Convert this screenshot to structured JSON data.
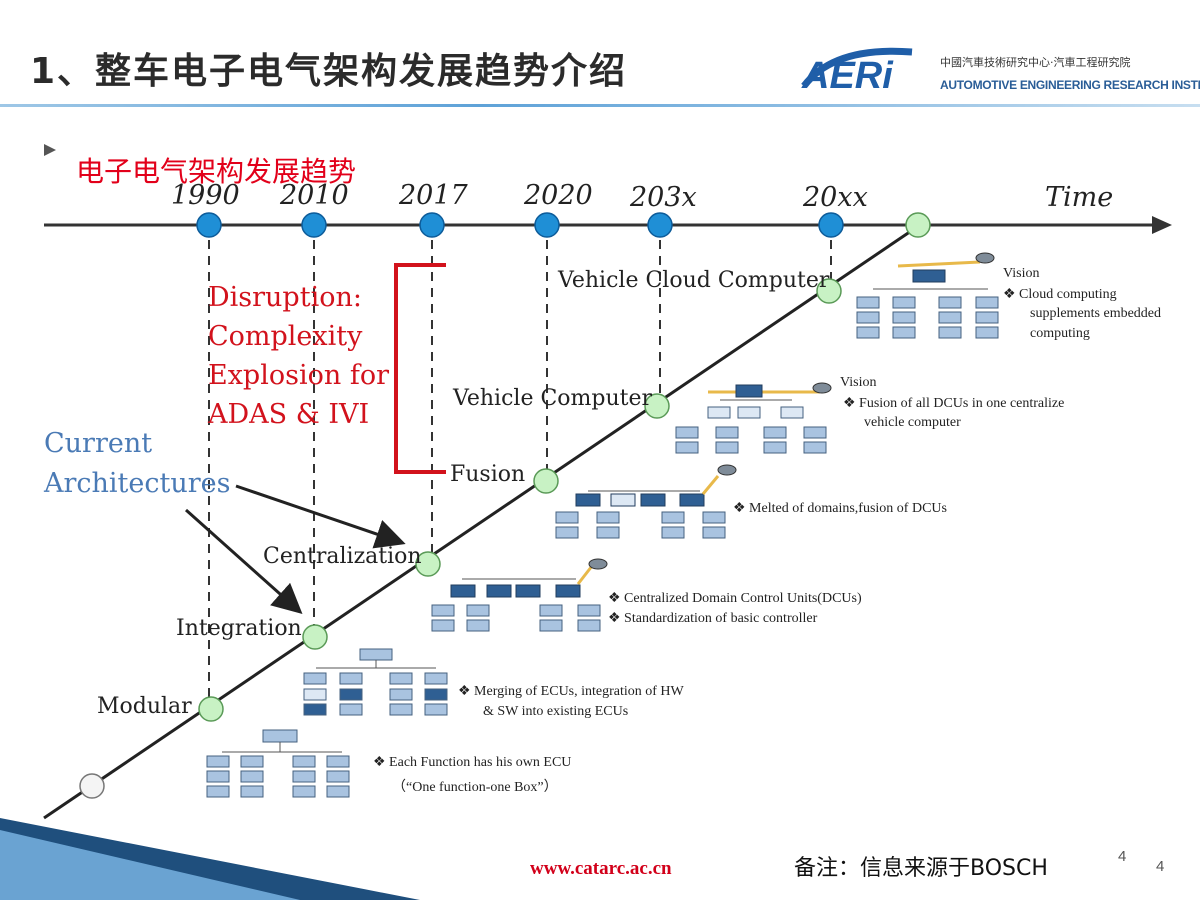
{
  "header": {
    "title": "1、整车电子电气架构发展趋势介绍",
    "logo_mark": "AERi",
    "logo_name_cn": "中國汽車技術研究中心·汽車工程研究院",
    "logo_name_en": "AUTOMOTIVE ENGINEERING RESEARCH INSTITUTE"
  },
  "section_title": "电子电气架构发展趋势",
  "timeline": {
    "years": [
      "1990",
      "2010",
      "2017",
      "2020",
      "203x",
      "20xx"
    ],
    "axis_label": "Time"
  },
  "stages": [
    "Modular",
    "Integration",
    "Centralization",
    "Fusion",
    "Vehicle Computer",
    "Vehicle Cloud Computer"
  ],
  "disruption_lines": [
    "Disruption:",
    "Complexity",
    "Explosion for",
    "ADAS & IVI"
  ],
  "current_lines": [
    "Current",
    "Architectures"
  ],
  "notes": {
    "modular": [
      "❖  Each Function has his own ECU",
      "（“One function-one Box”）"
    ],
    "integration": [
      "❖  Merging of ECUs, integration of HW",
      "& SW into existing ECUs"
    ],
    "centralization": [
      "❖  Centralized Domain Control Units(DCUs)",
      "❖  Standardization of basic controller"
    ],
    "fusion": [
      "❖  Melted of domains,fusion of DCUs"
    ],
    "vehicle_computer": [
      "Vision",
      "❖  Fusion of all DCUs in one centralize",
      "vehicle computer"
    ],
    "cloud": [
      "Vision",
      "❖  Cloud computing",
      "supplements embedded",
      "computing"
    ]
  },
  "footer": {
    "url": "www.catarc.ac.cn",
    "note": "备注：信息来源于BOSCH",
    "page_small": "4",
    "page": "4"
  },
  "colors": {
    "title_red": "#e2001a",
    "disruption_red": "#d2121c",
    "current_blue": "#4a7ab5",
    "year_node": "#1f8fd6",
    "stage_node": "#c8f2c4",
    "ecu_dark": "#2f5f93",
    "ecu_light": "#a9c3e0"
  }
}
